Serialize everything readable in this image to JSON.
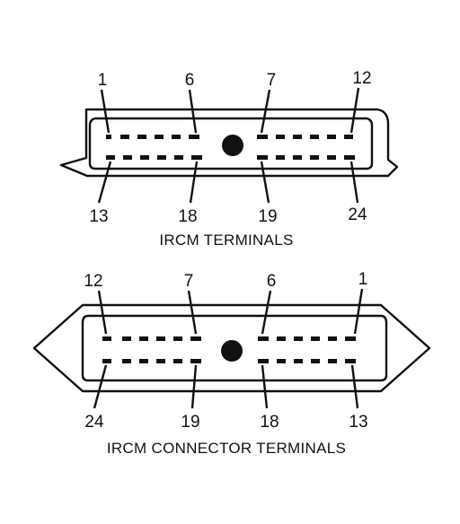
{
  "top": {
    "caption": "IRCM TERMINALS",
    "upper_labels": [
      "1",
      "6",
      "7",
      "12"
    ],
    "lower_labels": [
      "13",
      "18",
      "19",
      "24"
    ]
  },
  "bottom": {
    "caption": "IRCM CONNECTOR TERMINALS",
    "upper_labels": [
      "12",
      "7",
      "6",
      "1"
    ],
    "lower_labels": [
      "24",
      "19",
      "18",
      "13"
    ]
  }
}
